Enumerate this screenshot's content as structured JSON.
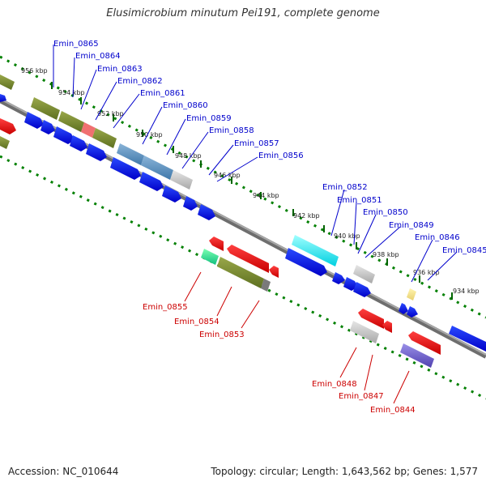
{
  "title": "Elusimicrobium minutum Pei191, complete genome",
  "footer": {
    "accession": "Accession: NC_010644",
    "info": "Topology: circular; Length: 1,643,562 bp; Genes: 1,577"
  },
  "colors": {
    "backbone": "#7f7f7f",
    "tick": "#008000",
    "forward_label": "#0000cc",
    "reverse_label": "#cc0000"
  },
  "scale_labels": [
    "956 kbp",
    "954 kbp",
    "952 kbp",
    "950 kbp",
    "948 kbp",
    "946 kbp",
    "944 kbp",
    "942 kbp",
    "940 kbp",
    "938 kbp",
    "936 kbp",
    "934 kbp"
  ],
  "forward_genes": [
    "Emin_0865",
    "Emin_0864",
    "Emin_0863",
    "Emin_0862",
    "Emin_0861",
    "Emin_0860",
    "Emin_0859",
    "Emin_0858",
    "Emin_0857",
    "Emin_0856",
    "Emin_0852",
    "Emin_0851",
    "Emin_0850",
    "Emin_0849",
    "Emin_0846",
    "Emin_0845"
  ],
  "reverse_genes": [
    "Emin_0855",
    "Emin_0854",
    "Emin_0853",
    "Emin_0848",
    "Emin_0847",
    "Emin_0844"
  ]
}
